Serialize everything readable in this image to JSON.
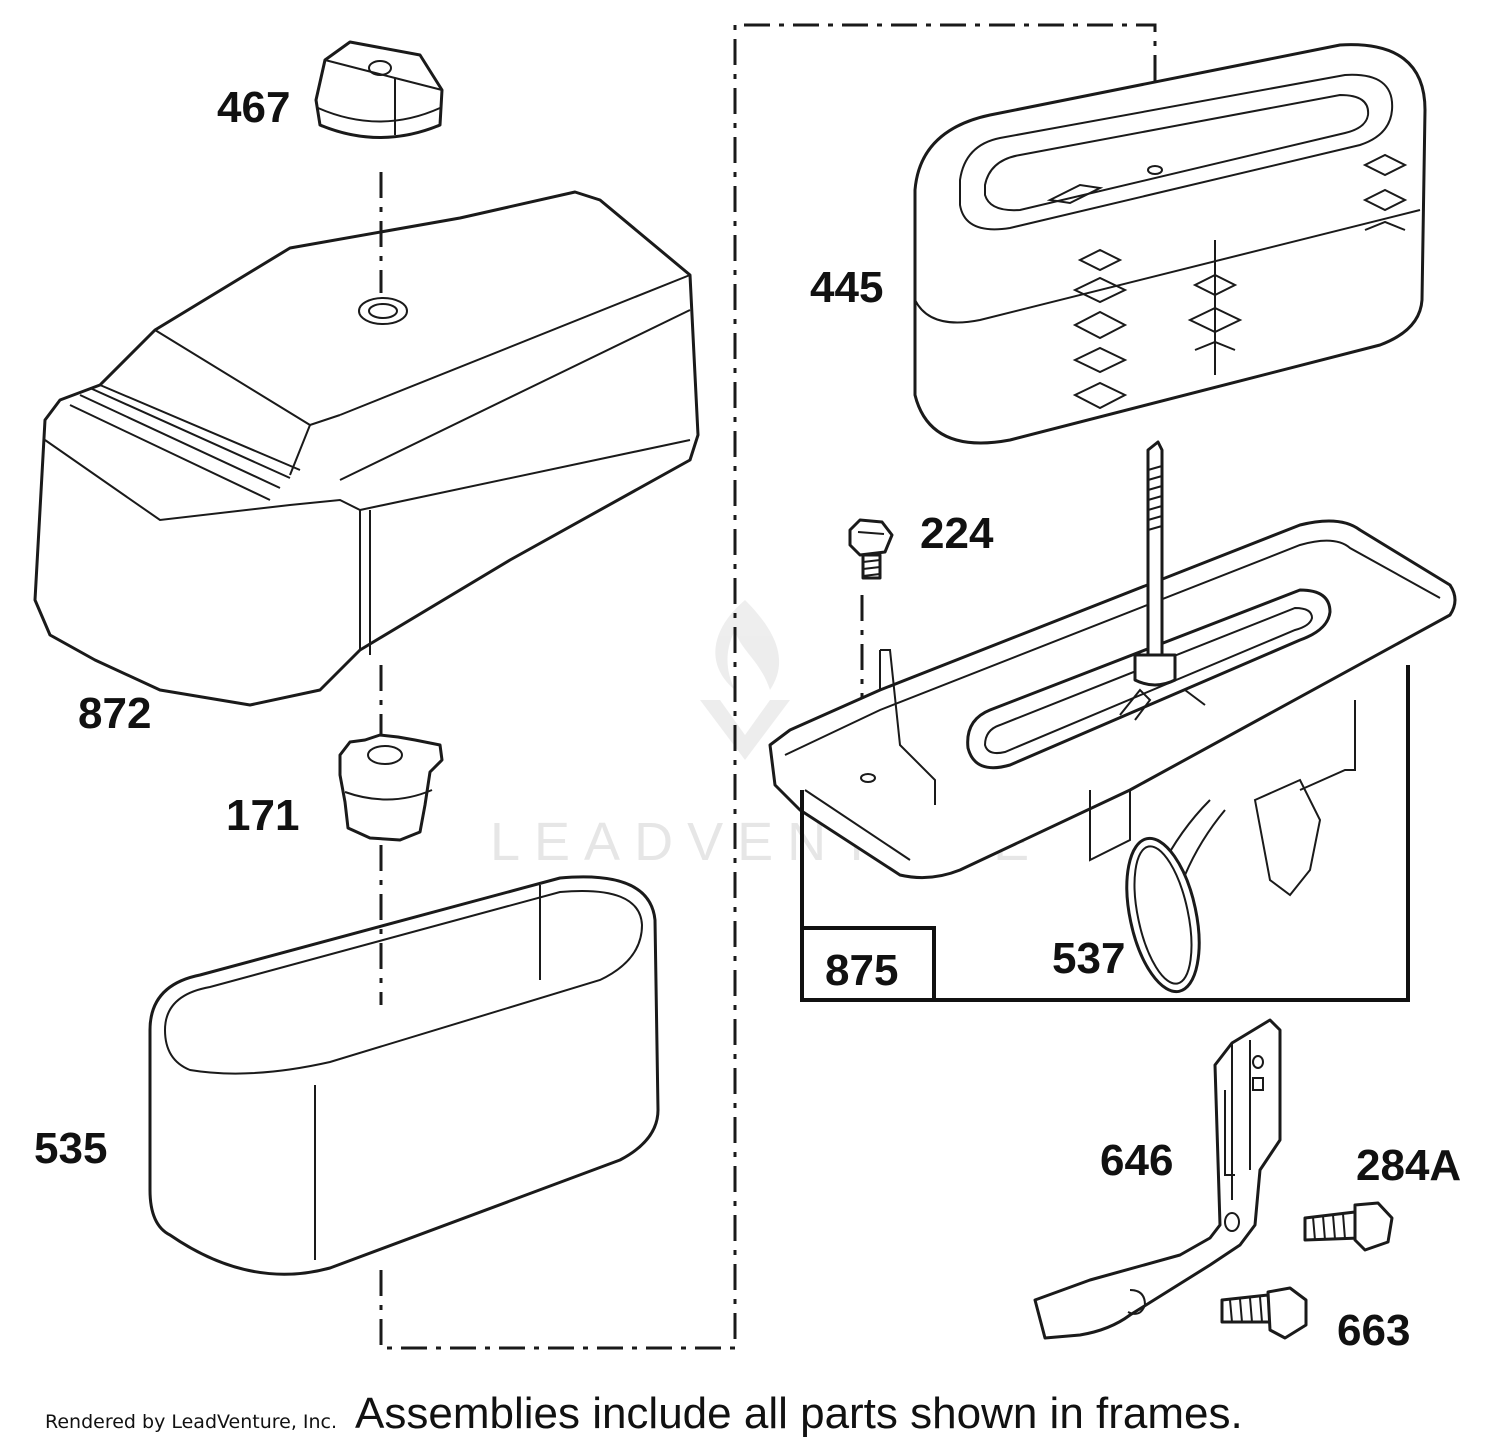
{
  "parts": {
    "p467": "467",
    "p872": "872",
    "p171": "171",
    "p535": "535",
    "p445": "445",
    "p224": "224",
    "p875": "875",
    "p537": "537",
    "p646": "646",
    "p284a": "284A",
    "p663": "663"
  },
  "watermark": "LEADVENTURE",
  "footer": {
    "credit": "Rendered by LeadVenture, Inc.",
    "note": "Assemblies include all parts shown in frames."
  }
}
